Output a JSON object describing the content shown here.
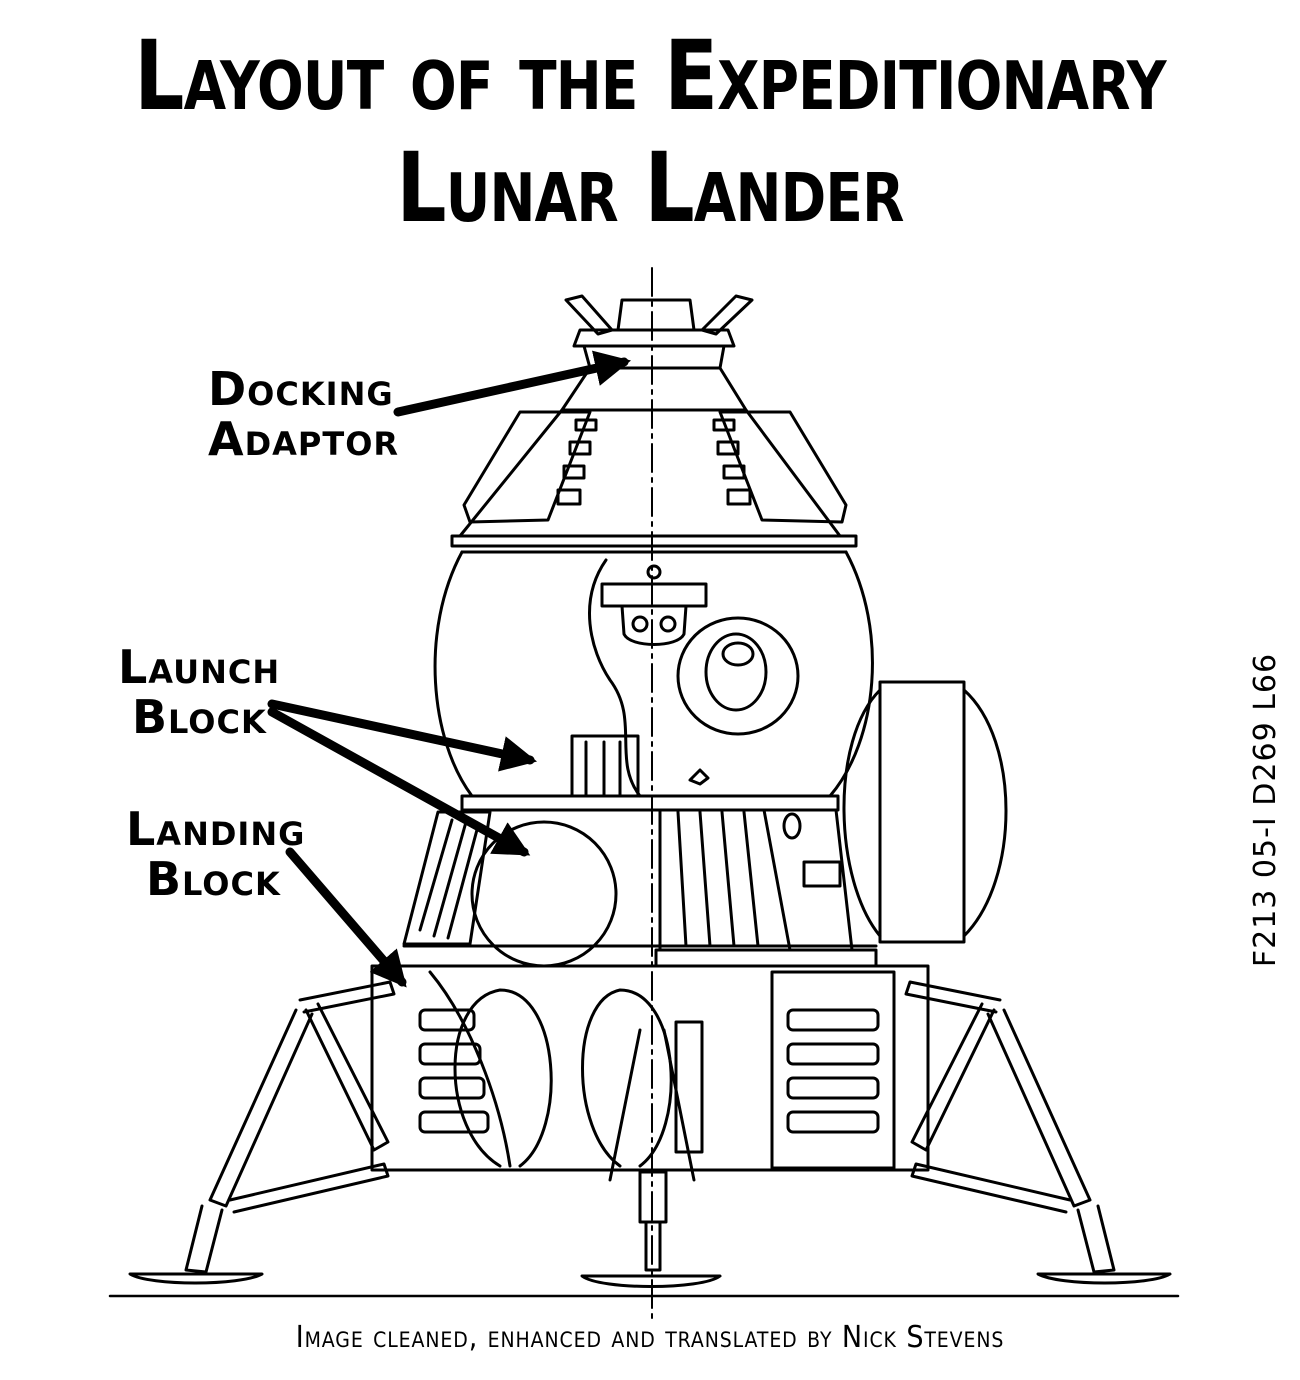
{
  "title": {
    "line1": "Layout of the Expeditionary",
    "line2": "Lunar Lander"
  },
  "labels": {
    "docking": {
      "line1": "Docking",
      "line2": "Adaptor"
    },
    "launch": {
      "line1": "Launch",
      "line2": "Block"
    },
    "landing": {
      "line1": "Landing",
      "line2": "Block"
    }
  },
  "side_code": "F213 05-I D269 L66",
  "credit": "Image cleaned, enhanced and translated by Nick Stevens"
}
